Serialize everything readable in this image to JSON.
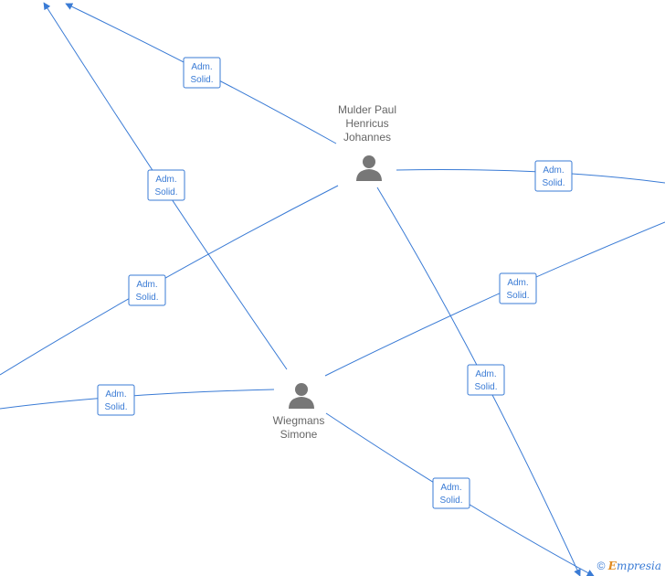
{
  "relation_label": [
    "Adm.",
    "Solid."
  ],
  "people": {
    "mulder": {
      "name": "Mulder Paul\nHenricus\nJohannes"
    },
    "wiegmans": {
      "name": "Wiegmans\nSimone"
    }
  },
  "watermark": {
    "copyright": "©",
    "brand_first": "E",
    "brand_rest": "mpresia"
  },
  "colors": {
    "edge": "#3a7bd5",
    "person_icon": "#777777",
    "brand_accent": "#e08a1e"
  }
}
